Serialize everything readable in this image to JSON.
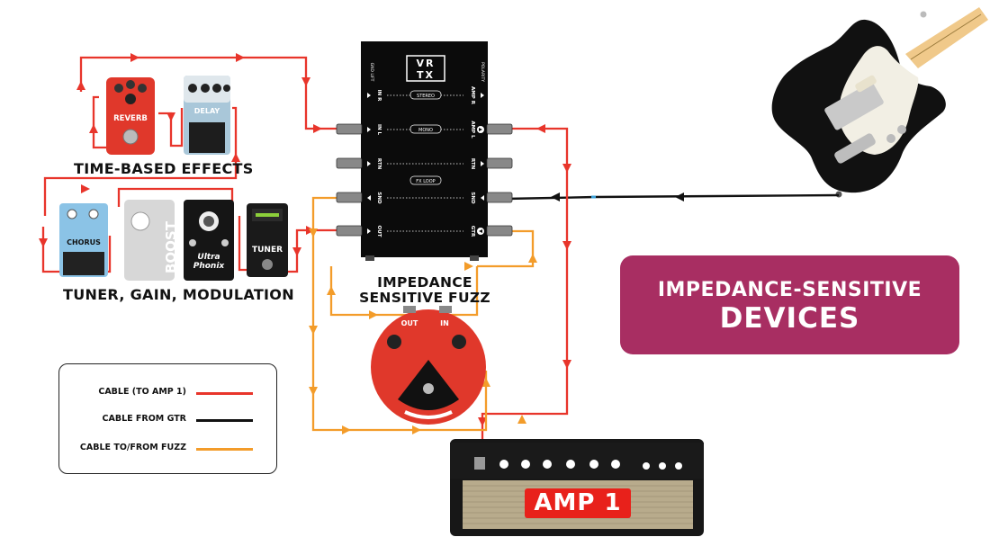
{
  "vrtx": {
    "logo_top": "VR",
    "logo_bottom": "TX",
    "polarity": "POLARITY",
    "gnd": "GND LIFT",
    "rows": [
      {
        "left_port": "IN R",
        "right_port": "AMP R",
        "badge": "STEREO"
      },
      {
        "left_port": "IN L",
        "right_port": "AMP L",
        "badge": "MONO"
      },
      {
        "left_port": "RTN",
        "right_port": "RTN",
        "badge": ""
      },
      {
        "left_port": "SND",
        "right_port": "SND",
        "badge": "FX LOOP"
      },
      {
        "left_port": "OUT",
        "right_port": "GTR",
        "badge": ""
      }
    ]
  },
  "pedals": {
    "reverb": "REVERB",
    "delay": "DELAY",
    "chorus": "CHORUS",
    "boost": "BOOST",
    "ultra_top": "Ultra",
    "ultra_bottom": "Phonix",
    "tuner": "TUNER",
    "fuzz_out": "OUT",
    "fuzz_in": "IN"
  },
  "labels": {
    "time_based": "TIME-BASED EFFECTS",
    "tuner_gain": "TUNER, GAIN, MODULATION",
    "fuzz_title": "IMPEDANCE SENSITIVE FUZZ"
  },
  "banner": {
    "line1": "IMPEDANCE-SENSITIVE",
    "line2": "DEVICES"
  },
  "legend": [
    {
      "label": "CABLE (TO AMP 1)",
      "color": "#e8352b"
    },
    {
      "label": "CABLE FROM GTR",
      "color": "#111111"
    },
    {
      "label": "CABLE TO/FROM FUZZ",
      "color": "#f39c2a"
    }
  ],
  "amp": {
    "label": "AMP 1"
  },
  "colors": {
    "red_cable": "#e8352b",
    "black_cable": "#111111",
    "orange_cable": "#f39c2a",
    "banner": "#a82e62"
  }
}
